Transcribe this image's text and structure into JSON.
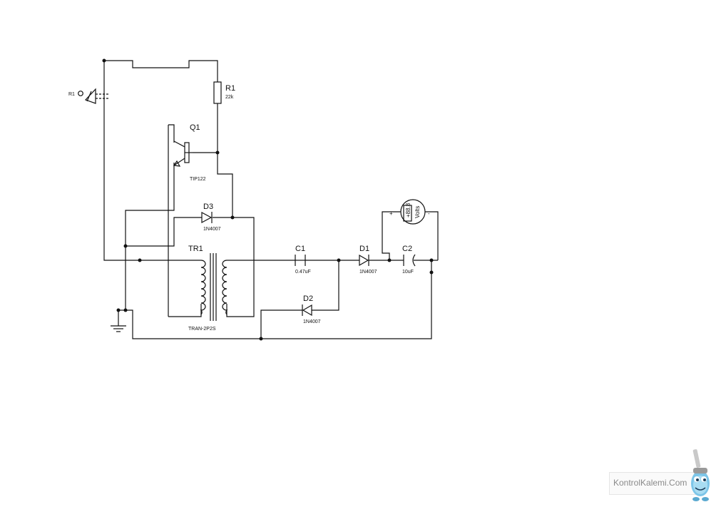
{
  "diagram": {
    "type": "circuit-schematic",
    "components": {
      "r1_sensor": {
        "label": "R1"
      },
      "r1": {
        "label": "R1",
        "value": "22k"
      },
      "q1": {
        "label": "Q1",
        "value": "TIP122"
      },
      "d3": {
        "label": "D3",
        "value": "1N4007"
      },
      "tr1": {
        "label": "TR1",
        "value": "TRAN-2P2S"
      },
      "c1": {
        "label": "C1",
        "value": "0.47uF"
      },
      "d1": {
        "label": "D1",
        "value": "1N4007"
      },
      "c2": {
        "label": "C2",
        "value": "10uF"
      },
      "d2": {
        "label": "D2",
        "value": "1N4007"
      },
      "meter": {
        "display": "+88.8",
        "unit": "Volts",
        "plus": "+",
        "minus": "-"
      }
    }
  },
  "watermark": {
    "text": "KontrolKalemi.Com"
  }
}
